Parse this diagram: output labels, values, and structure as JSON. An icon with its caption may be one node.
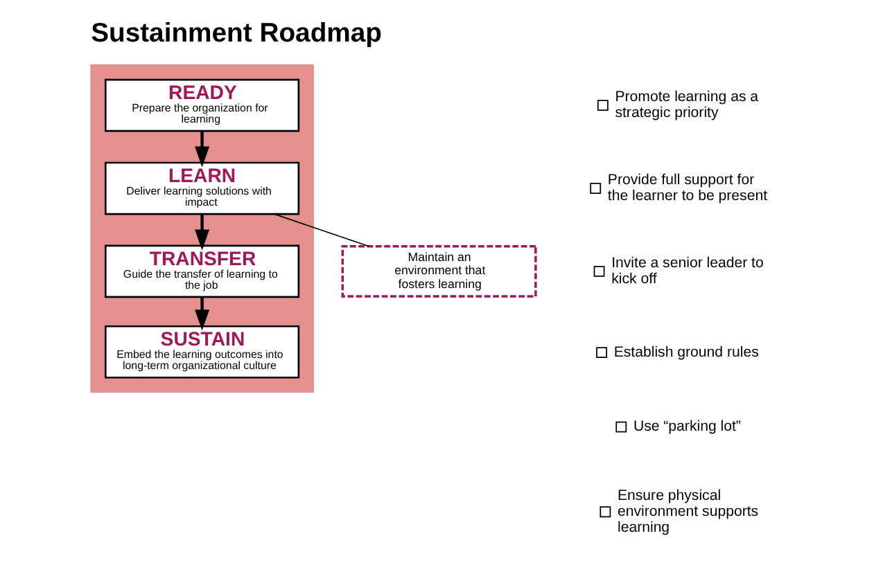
{
  "diagram": {
    "title": "Sustainment Roadmap",
    "nodes": [
      {
        "text": [],
        "shape": "box"
      },
      {
        "text": [
          "READY",
          "Prepare the organization for learning"
        ],
        "in": 0
      },
      {
        "text": [
          "LEARN",
          "Deliver learning solutions with impact"
        ],
        "in": 0
      },
      {
        "text": [
          "TRANSFER",
          "Guide the transfer of learning to the job"
        ],
        "in": 0
      },
      {
        "text": [
          "SUSTAIN",
          "Embed the learning outcomes into long-term organizational culture"
        ],
        "in": 0
      },
      {
        "text": [
          "Maintain an environment that fosters learning"
        ]
      }
    ],
    "edges": [
      {
        "from": 1,
        "to": 2,
        "arrow": "to"
      },
      {
        "from": 2,
        "to": 3,
        "arrow": "to"
      },
      {
        "from": 3,
        "to": 4,
        "arrow": "to"
      },
      {
        "from": 2,
        "to": 5,
        "arrow": "none"
      }
    ],
    "labels": [
      "Promote learning as a strategic priority",
      "Provide full support for the learner to be present",
      "Invite a senior leader to kick off",
      "Establish ground rules",
      "Use “parking lot”",
      "Ensure physical environment supports learning"
    ]
  }
}
